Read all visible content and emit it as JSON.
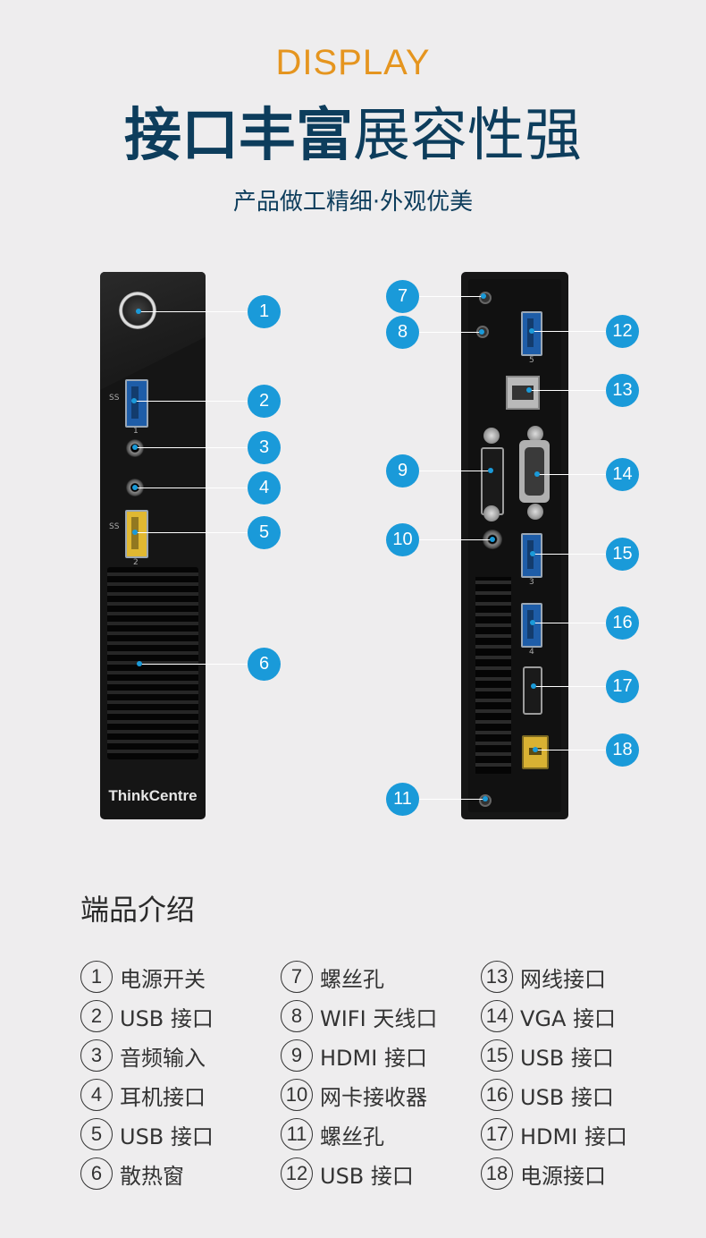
{
  "header": {
    "display_label": "DISPLAY",
    "headline_bold": "接口丰富",
    "headline_light": "展容性强",
    "subheading": "产品做工精细·外观优美"
  },
  "front_panel": {
    "brand": "ThinkCentre",
    "usb1_port_num": "1",
    "usb2_port_num": "2",
    "usb_ss_mark": "SS"
  },
  "rear_panel": {
    "usb_port_nums": [
      "5",
      "3",
      "4"
    ]
  },
  "callouts": [
    "1",
    "2",
    "3",
    "4",
    "5",
    "6",
    "7",
    "8",
    "9",
    "10",
    "11",
    "12",
    "13",
    "14",
    "15",
    "16",
    "17",
    "18"
  ],
  "legend": {
    "heading": "端品介绍",
    "items": [
      {
        "num": "1",
        "label": "电源开关"
      },
      {
        "num": "2",
        "label": "USB 接口"
      },
      {
        "num": "3",
        "label": "音频输入"
      },
      {
        "num": "4",
        "label": "耳机接口"
      },
      {
        "num": "5",
        "label": "USB 接口"
      },
      {
        "num": "6",
        "label": "散热窗"
      },
      {
        "num": "7",
        "label": "螺丝孔"
      },
      {
        "num": "8",
        "label": "WIFI 天线口"
      },
      {
        "num": "9",
        "label": "HDMI 接口"
      },
      {
        "num": "10",
        "label": "网卡接收器"
      },
      {
        "num": "11",
        "label": "螺丝孔"
      },
      {
        "num": "12",
        "label": "USB 接口"
      },
      {
        "num": "13",
        "label": "网线接口"
      },
      {
        "num": "14",
        "label": "VGA 接口"
      },
      {
        "num": "15",
        "label": "USB 接口"
      },
      {
        "num": "16",
        "label": "USB 接口"
      },
      {
        "num": "17",
        "label": "HDMI 接口"
      },
      {
        "num": "18",
        "label": "电源接口"
      }
    ]
  },
  "colors": {
    "accent_orange": "#e5951f",
    "title_navy": "#0d3d5c",
    "callout_blue": "#1a9ad9",
    "background": "#eeedee"
  }
}
